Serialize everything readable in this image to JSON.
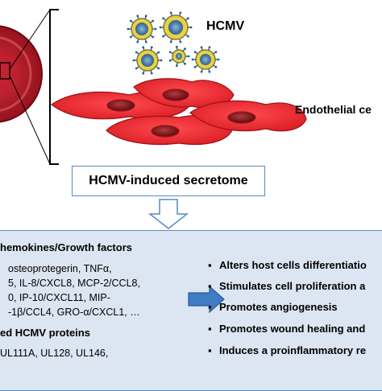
{
  "labels": {
    "virus": "HCMV",
    "endothelial": "Endothelial ce"
  },
  "secretome": {
    "title": "HCMV-induced secretome"
  },
  "panel": {
    "chemokines_heading": "hemokines/Growth factors",
    "chemokines_lines": [
      "osteoprotegerin, TNFα,",
      "5, IL-8/CXCL8, MCP-2/CCL8,",
      "0, IP-10/CXCL11, MIP-",
      "-1β/CCL4, GRO-α/CXCL1, …"
    ],
    "proteins_heading": "ed HCMV proteins",
    "proteins_line": "UL111A, UL128, UL146,",
    "effects": [
      "Alters host cells differentiatio",
      "Stimulates cell proliferation a",
      "Promotes angiogenesis",
      "Promotes wound healing and",
      "Induces a proinflammatory re"
    ],
    "bullet": "▪"
  },
  "colors": {
    "vessel_red": "#b01020",
    "cell_red": "#e8262e",
    "nucleus": "#7a1418",
    "virus_gold": "#d8c040",
    "virus_core": "#4a7fb0",
    "panel_bg": "#dce6f2",
    "border_blue": "#5a8ac4",
    "arrow_blue": "#3f7cc4"
  }
}
